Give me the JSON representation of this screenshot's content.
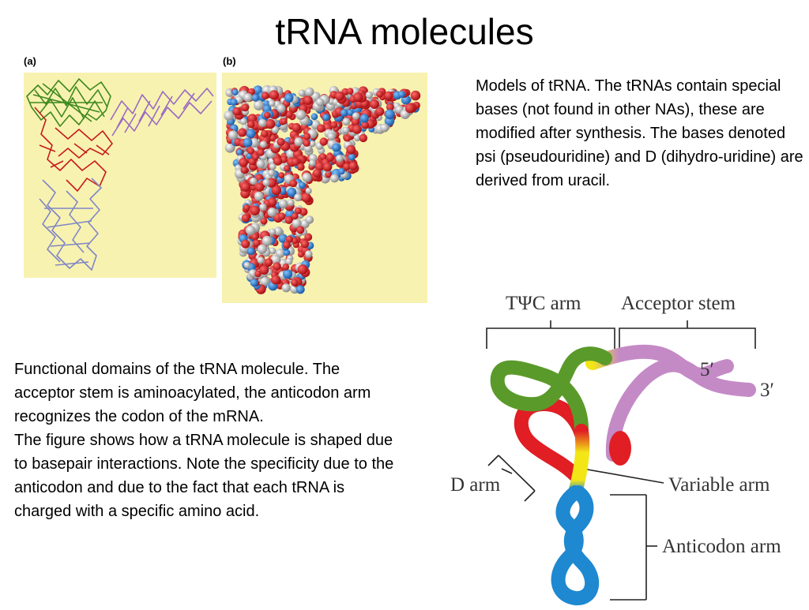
{
  "slide": {
    "title": "tRNA molecules"
  },
  "panels": {
    "a_label": "(a)",
    "b_label": "(b)"
  },
  "models_text": "Models of tRNA. The tRNAs contain special bases (not found in other NAs), these are modified after synthesis. The bases denoted psi (pseudouridine) and D (dihydro-uridine) are derived from uracil.",
  "domains_text": {
    "paragraph_1": "Functional domains of the tRNA molecule. The acceptor stem is aminoacylated, the anticodon arm recognizes the codon of the mRNA.",
    "paragraph_2": "The figure shows how a tRNA molecule is shaped due to basepair interactions. Note the specificity due to the anticodon and due to the fact that each tRNA is charged with a specific amino acid."
  },
  "diagram": {
    "labels": {
      "tpsic_arm": "TΨC arm",
      "acceptor_stem": "Acceptor stem",
      "five_prime": "5′",
      "three_prime": "3′",
      "d_arm": "D arm",
      "variable_arm": "Variable arm",
      "anticodon_arm": "Anticodon arm"
    },
    "colors": {
      "tpsic_arm": "#5a9a2a",
      "acceptor_stem": "#c48ac6",
      "d_arm": "#e01e24",
      "variable_arm": "#f2e616",
      "anticodon_arm": "#1e88d0",
      "panel_background": "#f8f2b0"
    }
  }
}
